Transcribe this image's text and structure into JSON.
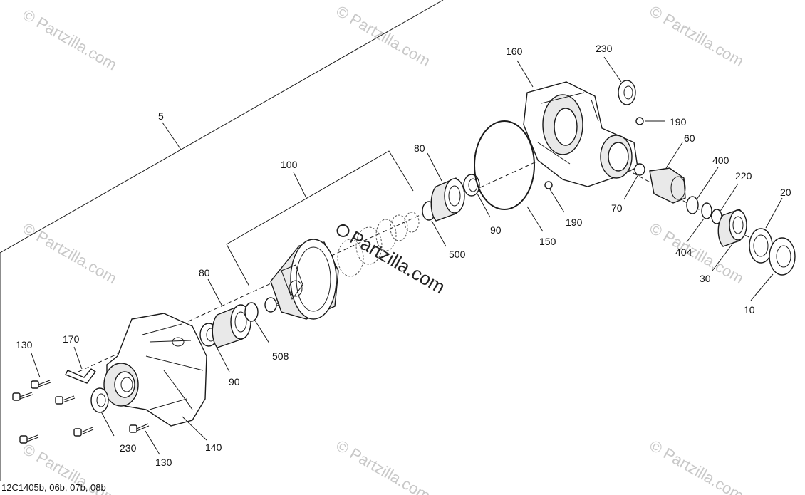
{
  "figure_code": "12C1405b, 06b, 07b, 08b",
  "watermark": {
    "text": "© Partzilla.com",
    "center_text": "Partzilla.com"
  },
  "callouts": {
    "c5": "5",
    "c100": "100",
    "c80a": "80",
    "c80b": "80",
    "c90a": "90",
    "c90b": "90",
    "c500": "500",
    "c508": "508",
    "c150": "150",
    "c160": "160",
    "c230a": "230",
    "c230b": "230",
    "c190a": "190",
    "c190b": "190",
    "c60": "60",
    "c70": "70",
    "c400": "400",
    "c220": "220",
    "c20": "20",
    "c404": "404",
    "c30": "30",
    "c10": "10",
    "c130a": "130",
    "c130b": "130",
    "c170": "170",
    "c140": "140"
  }
}
